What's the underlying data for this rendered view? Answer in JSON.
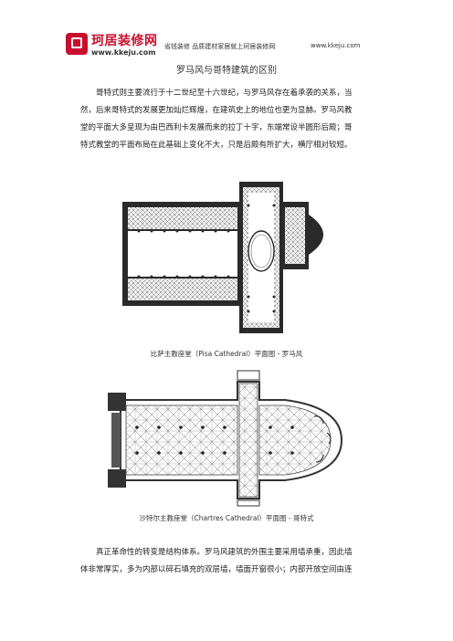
{
  "header": {
    "logo_name": "珂居装修网",
    "logo_url": "www.kkeju.com",
    "tagline": "省钱装修  品质建材家居就上珂居装修网",
    "site_url": "www.kkeju.com"
  },
  "article": {
    "title": "罗马风与哥特建筑的区别",
    "para1_lines": [
      "哥特式则主要流行于十二世纪至十六世纪，与罗马风存在着承袭的关系，当",
      "然，后来哥特式的发展更加灿烂辉煌，在建筑史上的地位也更为显赫。罗马风教",
      "堂的平面大多呈现为由巴西利卡发展而来的拉丁十字，东端常设半圆形后殿；哥",
      "特式教堂的平面布局在此基础上变化不大，只是后殿有所扩大，横厅相对较短。"
    ],
    "figure1_caption": "比萨主教座堂（Pisa Cathedral）平面图 - 罗马风",
    "figure2_caption": "沙特尔主教座堂（Chartres Cathedral）平面图 - 哥特式",
    "para2_lines": [
      "真正革命性的转变是结构体系。罗马风建筑的外围主要采用墙承重，因此墙",
      "体非常厚实，多为内部以碎石填充的双层墙，墙面开窗很小；内部开放空间由连"
    ]
  },
  "colors": {
    "brand": "#c8102e",
    "plan_fill": "#2a2a2a"
  }
}
